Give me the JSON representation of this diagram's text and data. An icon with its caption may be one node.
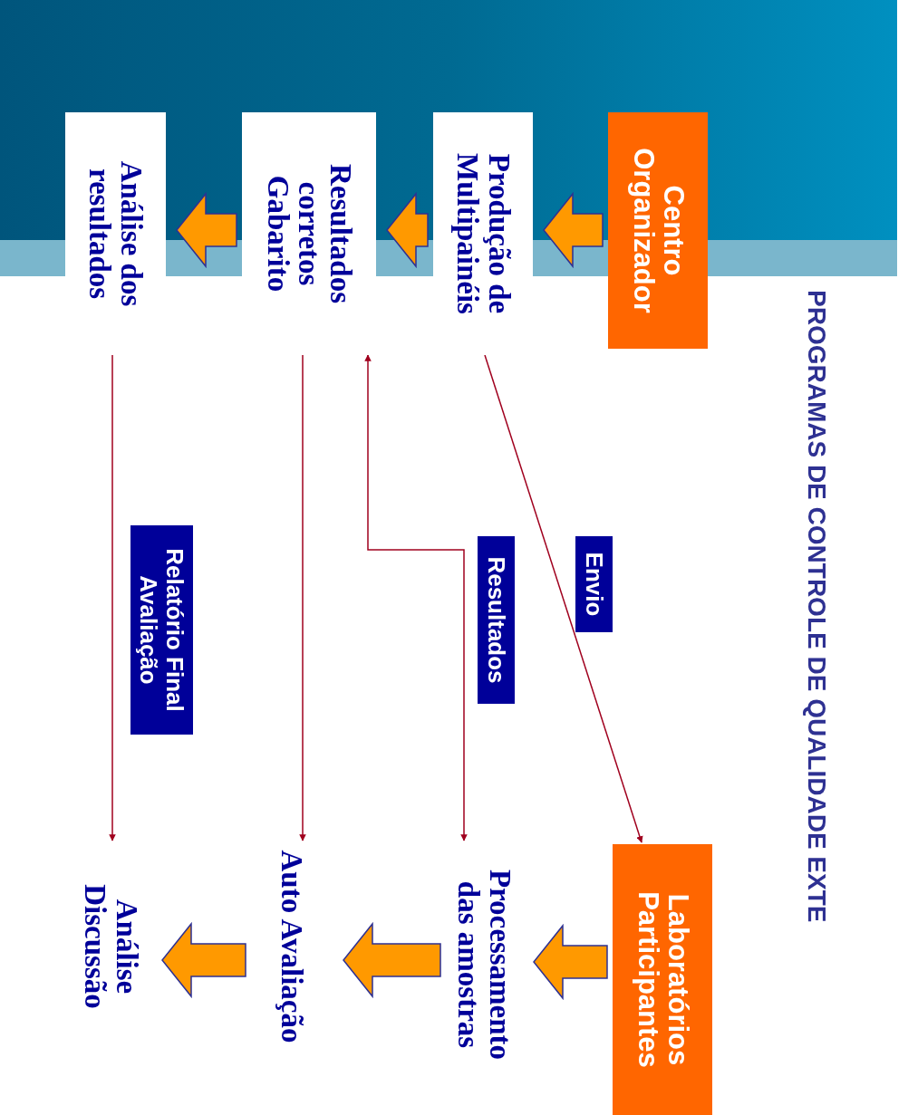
{
  "diagram": {
    "title": "PROGRAMAS DE CONTROLE DE QUALIDADE EXTE",
    "nodes": [
      {
        "text": [
          "Centro Organizador"
        ]
      },
      {
        "text": [
          "Produção de Multipainéis"
        ]
      },
      {
        "text": [
          "Resultados corretos Gabarito"
        ]
      },
      {
        "text": [
          "Análise dos resultados"
        ]
      },
      {
        "text": [
          "Laboratórios Participantes"
        ]
      },
      {
        "text": [
          "Processamento das amostras"
        ]
      },
      {
        "text": [
          "Auto Avaliação"
        ]
      },
      {
        "text": [
          "Análise Discussão"
        ]
      }
    ],
    "edges": [
      {
        "from": 0,
        "to": 1,
        "arrow": "to",
        "style": "thick",
        "color": "#ff9900"
      },
      {
        "from": 1,
        "to": 2,
        "arrow": "to",
        "style": "thick",
        "color": "#ff9900"
      },
      {
        "from": 2,
        "to": 3,
        "arrow": "to",
        "style": "thick",
        "color": "#ff9900"
      },
      {
        "from": 4,
        "to": 5,
        "arrow": "to",
        "style": "thick",
        "color": "#ff9900"
      },
      {
        "from": 5,
        "to": 6,
        "arrow": "to",
        "style": "thick",
        "color": "#ff9900"
      },
      {
        "from": 6,
        "to": 7,
        "arrow": "to",
        "style": "thick",
        "color": "#ff9900"
      },
      {
        "from": 1,
        "to": 4,
        "arrow": "to",
        "label": "Envio"
      },
      {
        "from": 2,
        "to": 5,
        "arrow": "both",
        "label": "Resultados"
      },
      {
        "from": 2,
        "to": 6,
        "arrow": "to"
      },
      {
        "from": 3,
        "to": 7,
        "arrow": "to",
        "label": "Relatório Final Avaliação"
      }
    ]
  }
}
